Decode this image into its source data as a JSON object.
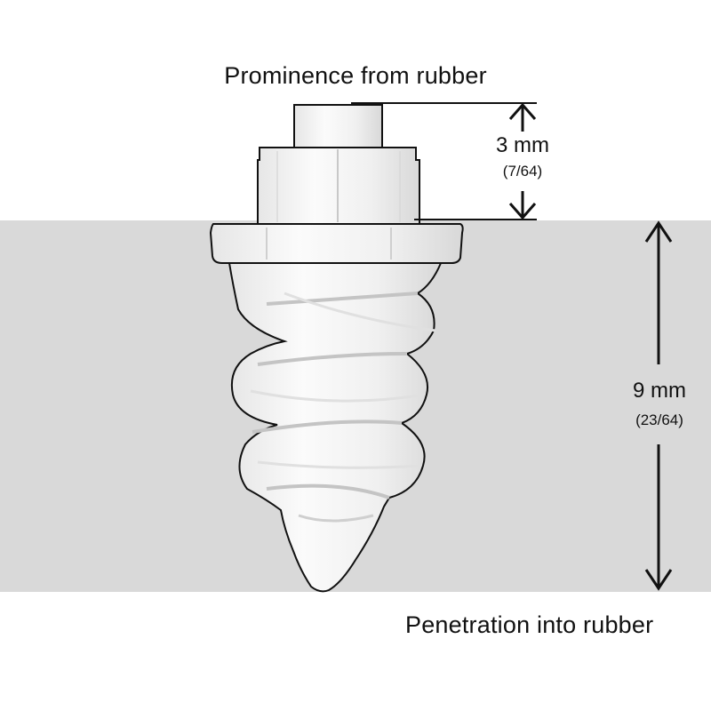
{
  "labels": {
    "top": "Prominence from rubber",
    "bottom": "Penetration into rubber"
  },
  "dimensions": {
    "prominence": {
      "main": "3 mm",
      "sub": "(7/64)"
    },
    "penetration": {
      "main": "9 mm",
      "sub": "(23/64)"
    }
  },
  "colors": {
    "rubber": "#d9d9d9",
    "stud": "#f2f2f2",
    "stud_shade": "#d6d6d6",
    "outline": "#1a1a1a"
  }
}
